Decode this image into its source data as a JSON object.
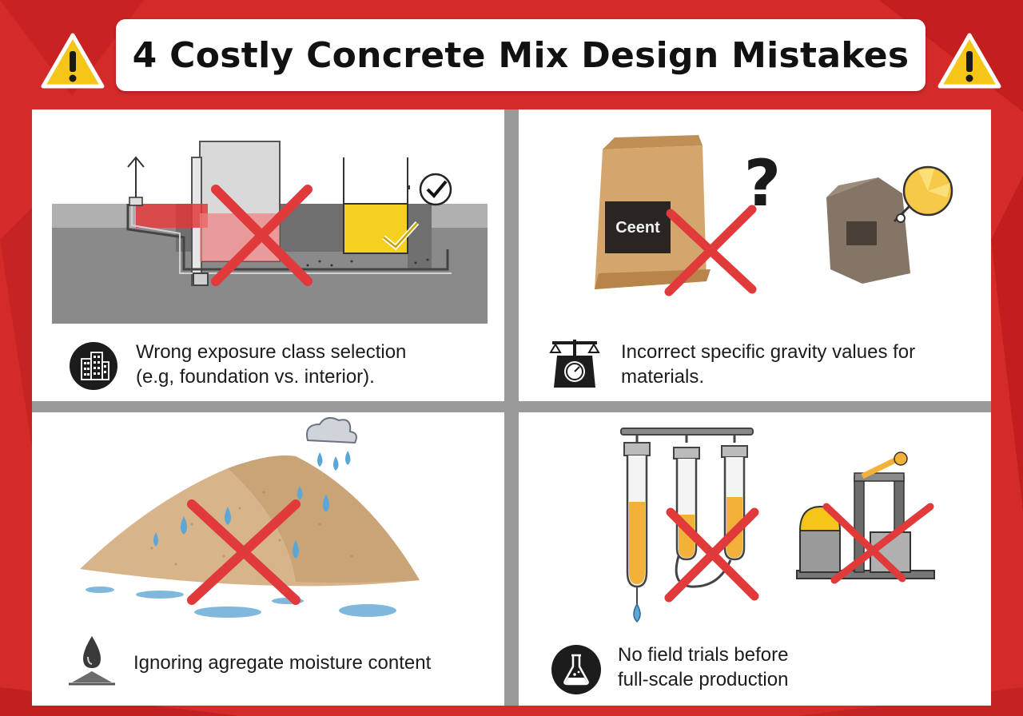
{
  "title": "4 Costly Concrete Mix Design Mistakes",
  "colors": {
    "background_red": "#d42a2a",
    "cross_red": "#e03a3a",
    "warning_yellow": "#f5c518",
    "panel_white": "#ffffff"
  },
  "panels": [
    {
      "caption_lines": [
        "Wrong exposure class selection",
        "(e.g, foundation vs. interior)."
      ],
      "icon": "building-icon"
    },
    {
      "bag_label": "Ceent",
      "question_mark": "?",
      "caption_lines": [
        "Incorrect specific gravity values for",
        "materials."
      ],
      "icon": "scale-icon"
    },
    {
      "caption_lines": [
        "Ignoring agregate moisture content"
      ],
      "icon": "moisture-drop-icon"
    },
    {
      "caption_lines": [
        "No field trials before",
        "full-scale production"
      ],
      "icon": "flask-icon"
    }
  ]
}
